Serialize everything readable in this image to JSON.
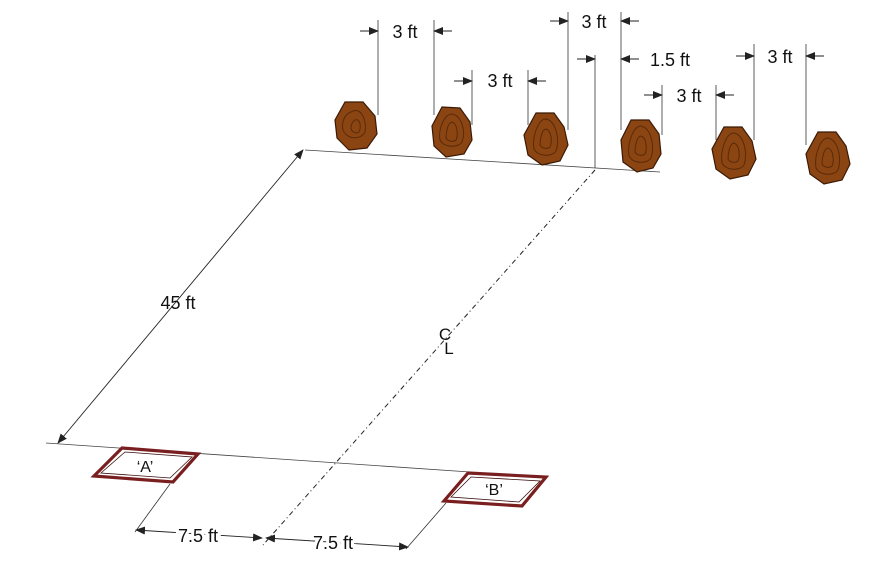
{
  "diagram": {
    "spacing_label": "3 ft",
    "center_offset_label": "1.5 ft",
    "distance_label": "45 ft",
    "box_offset_label": "7.5 ft",
    "centerline_symbol_top": "C",
    "centerline_symbol_bottom": "L",
    "boxes": [
      {
        "label": "‘A’"
      },
      {
        "label": "‘B’"
      }
    ],
    "colors": {
      "target_fill": "#8B4513",
      "target_ring": "#5a2a08",
      "box_frame": "#7a1f1f"
    }
  }
}
